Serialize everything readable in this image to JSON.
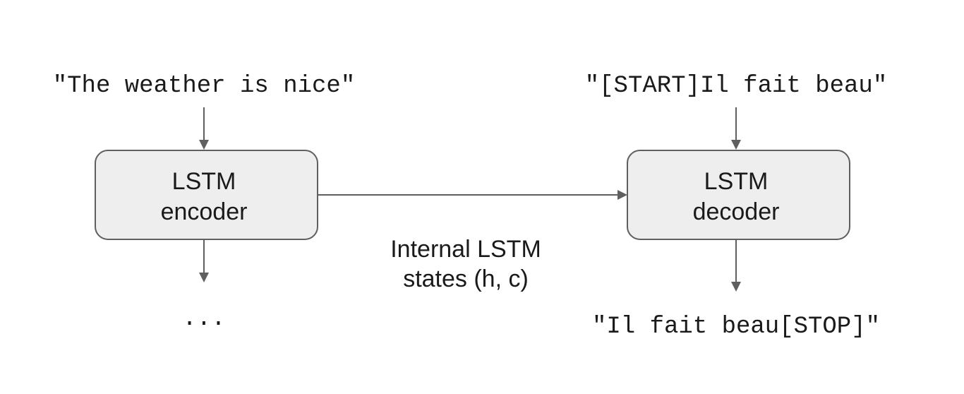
{
  "encoder": {
    "input_text": "\"The weather is nice\"",
    "label_line1": "LSTM",
    "label_line2": "encoder",
    "output_text": "..."
  },
  "decoder": {
    "input_text": "\"[START]Il fait beau\"",
    "label_line1": "LSTM",
    "label_line2": "decoder",
    "output_text": "\"Il fait beau[STOP]\""
  },
  "connection": {
    "label_line1": "Internal LSTM",
    "label_line2": "states (h, c)"
  },
  "colors": {
    "box_fill": "#eeeeee",
    "stroke": "#5f5f5f",
    "text": "#1a1a1a"
  }
}
